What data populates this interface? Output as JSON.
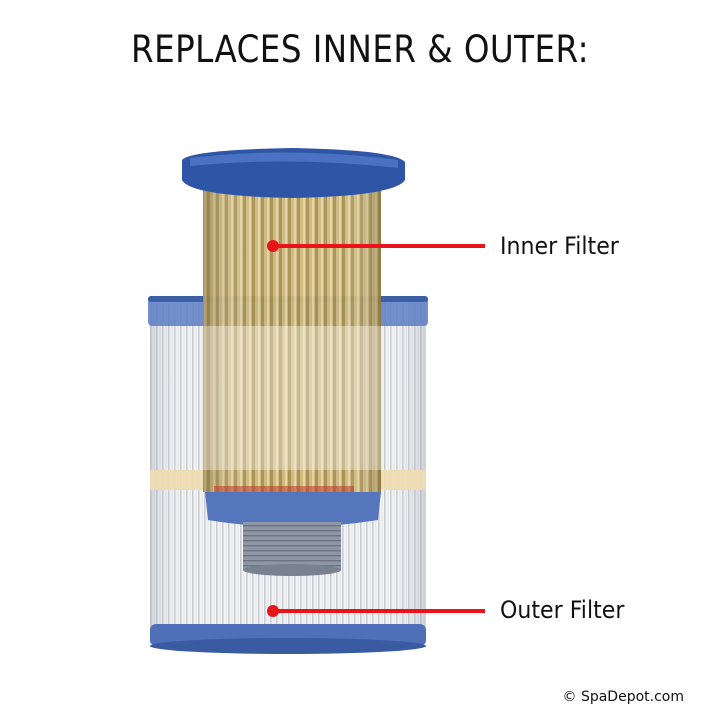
{
  "title": "REPLACES INNER & OUTER:",
  "labels": {
    "inner": "Inner Filter",
    "outer": "Outer Filter"
  },
  "copyright": "© SpaDepot.com",
  "colors": {
    "pointer": "#e8141a",
    "cap_blue": "#3f67b6",
    "inner_pleat": "#c9b37a",
    "outer_pleat": "#eef0f2"
  }
}
